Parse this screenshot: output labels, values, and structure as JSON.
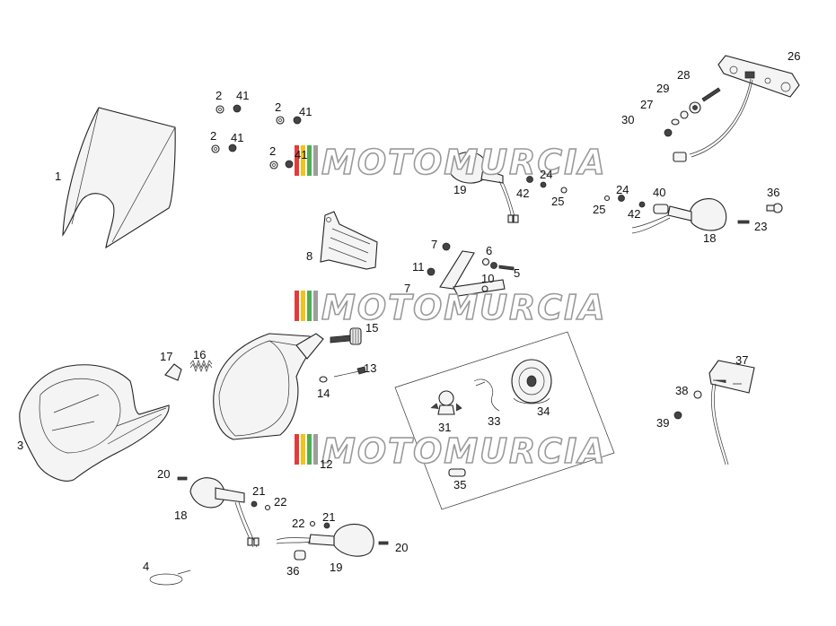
{
  "watermark": {
    "text": "MOTOMURCIA",
    "stripes": [
      "#e23b3b",
      "#f0c419",
      "#4caf50",
      "#9e9e9e"
    ]
  },
  "labels": {
    "n1": "1",
    "n2a": "2",
    "n41a": "41",
    "n2b": "2",
    "n41b": "41",
    "n2c": "2",
    "n41c": "41",
    "n2d": "2",
    "n41d": "41",
    "n3": "3",
    "n4": "4",
    "n5": "5",
    "n6": "6",
    "n7a": "7",
    "n7b": "7",
    "n8": "8",
    "n10": "10",
    "n11": "11",
    "n12": "12",
    "n13": "13",
    "n14": "14",
    "n15": "15",
    "n16": "16",
    "n17": "17",
    "n18a": "18",
    "n18b": "18",
    "n19a": "19",
    "n19b": "19",
    "n20a": "20",
    "n20b": "20",
    "n21a": "21",
    "n21b": "21",
    "n22a": "22",
    "n22b": "22",
    "n23": "23",
    "n24a": "24",
    "n24b": "24",
    "n25a": "25",
    "n25b": "25",
    "n26": "26",
    "n27": "27",
    "n28": "28",
    "n29": "29",
    "n30": "30",
    "n31": "31",
    "n33": "33",
    "n34": "34",
    "n35": "35",
    "n36a": "36",
    "n36b": "36",
    "n37": "37",
    "n38": "38",
    "n39": "39",
    "n40": "40",
    "n42a": "42",
    "n42b": "42"
  }
}
